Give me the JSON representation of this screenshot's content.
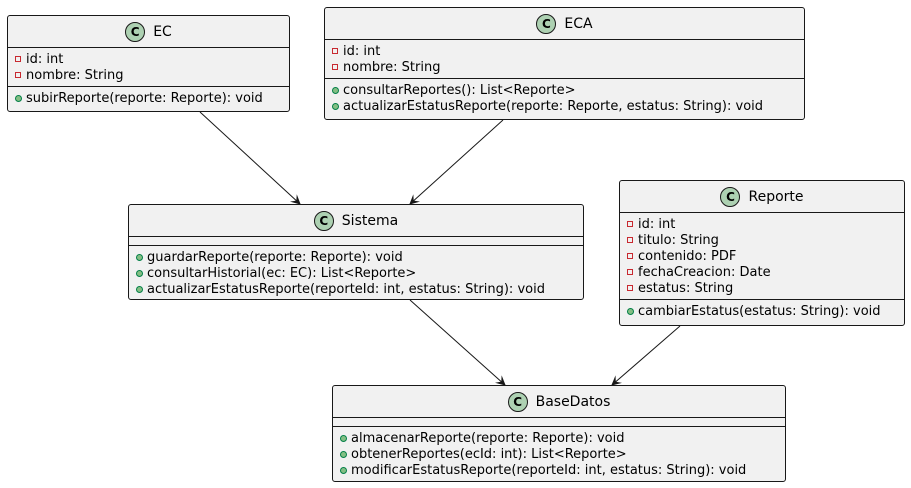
{
  "diagram": {
    "classes": [
      {
        "id": "ec",
        "name": "EC",
        "stereotype_glyph": "C",
        "attributes": [
          {
            "visibility": "private",
            "text": "id: int"
          },
          {
            "visibility": "private",
            "text": "nombre: String"
          }
        ],
        "methods": [
          {
            "visibility": "public",
            "text": "subirReporte(reporte: Reporte): void"
          }
        ]
      },
      {
        "id": "eca",
        "name": "ECA",
        "stereotype_glyph": "C",
        "attributes": [
          {
            "visibility": "private",
            "text": "id: int"
          },
          {
            "visibility": "private",
            "text": "nombre: String"
          }
        ],
        "methods": [
          {
            "visibility": "public",
            "text": "consultarReportes(): List<Reporte>"
          },
          {
            "visibility": "public",
            "text": "actualizarEstatusReporte(reporte: Reporte, estatus: String): void"
          }
        ]
      },
      {
        "id": "sistema",
        "name": "Sistema",
        "stereotype_glyph": "C",
        "attributes": [],
        "methods": [
          {
            "visibility": "public",
            "text": "guardarReporte(reporte: Reporte): void"
          },
          {
            "visibility": "public",
            "text": "consultarHistorial(ec: EC): List<Reporte>"
          },
          {
            "visibility": "public",
            "text": "actualizarEstatusReporte(reporteId: int, estatus: String): void"
          }
        ]
      },
      {
        "id": "reporte",
        "name": "Reporte",
        "stereotype_glyph": "C",
        "attributes": [
          {
            "visibility": "private",
            "text": "id: int"
          },
          {
            "visibility": "private",
            "text": "titulo: String"
          },
          {
            "visibility": "private",
            "text": "contenido: PDF"
          },
          {
            "visibility": "private",
            "text": "fechaCreacion: Date"
          },
          {
            "visibility": "private",
            "text": "estatus: String"
          }
        ],
        "methods": [
          {
            "visibility": "public",
            "text": "cambiarEstatus(estatus: String): void"
          }
        ]
      },
      {
        "id": "basedatos",
        "name": "BaseDatos",
        "stereotype_glyph": "C",
        "attributes": [],
        "methods": [
          {
            "visibility": "public",
            "text": "almacenarReporte(reporte: Reporte): void"
          },
          {
            "visibility": "public",
            "text": "obtenerReportes(ecId: int): List<Reporte>"
          },
          {
            "visibility": "public",
            "text": "modificarEstatusReporte(reporteId: int, estatus: String): void"
          }
        ]
      }
    ],
    "edges": [
      {
        "from": "ec",
        "to": "sistema"
      },
      {
        "from": "eca",
        "to": "sistema"
      },
      {
        "from": "sistema",
        "to": "basedatos"
      },
      {
        "from": "reporte",
        "to": "basedatos"
      }
    ],
    "colors": {
      "class_fill": "#f1f1f1",
      "border": "#181818",
      "badge_fill": "#add1b2",
      "private_marker": "#c82930",
      "public_marker": "#84be84"
    }
  }
}
